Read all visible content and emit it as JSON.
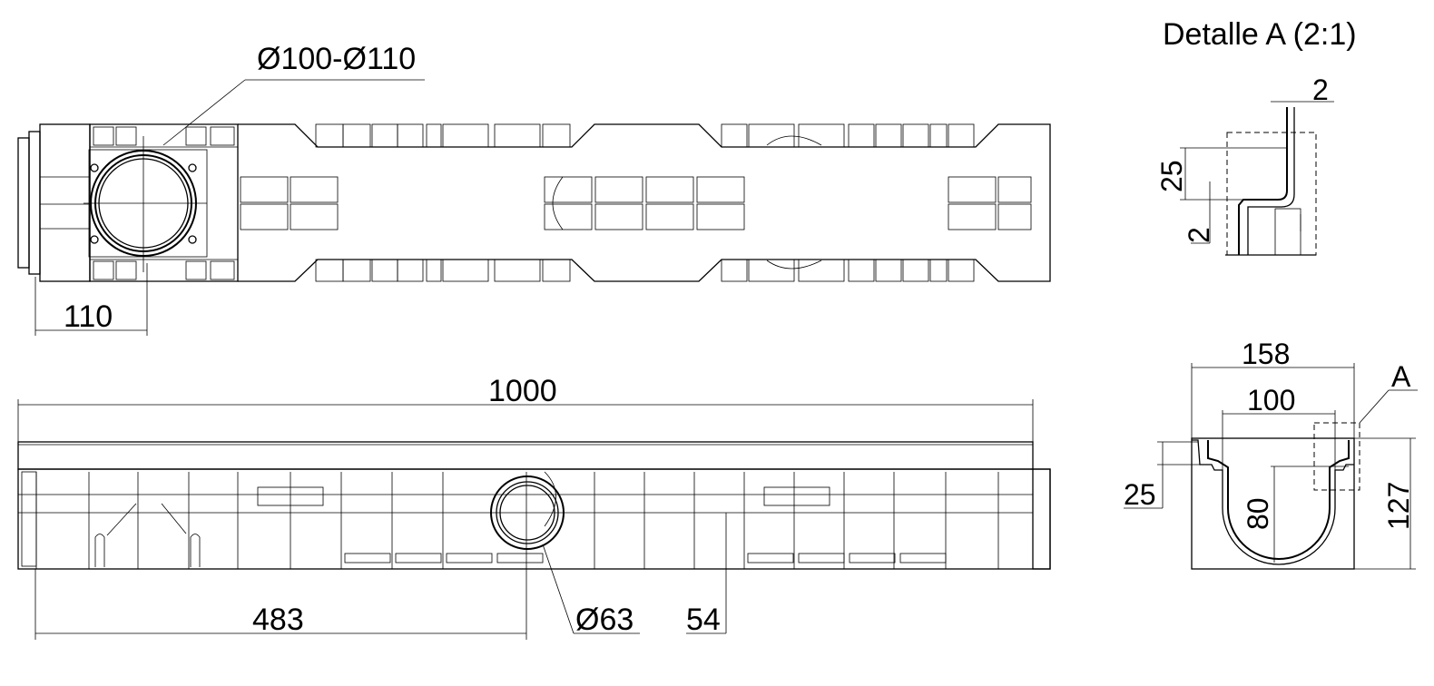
{
  "title": "Detalle A (2:1)",
  "dimensions": {
    "pipe_diameter": "Ø100-Ø110",
    "pipe_offset": "110",
    "total_length": "1000",
    "outlet_offset": "483",
    "outlet_diameter": "Ø63",
    "rib_spacing": "54",
    "outer_width": "158",
    "inner_width": "100",
    "rim_depth": "25",
    "channel_depth": "80",
    "total_height": "127",
    "detail_label": "A",
    "detail_depth": "25",
    "detail_wall": "2",
    "detail_lip": "2"
  }
}
